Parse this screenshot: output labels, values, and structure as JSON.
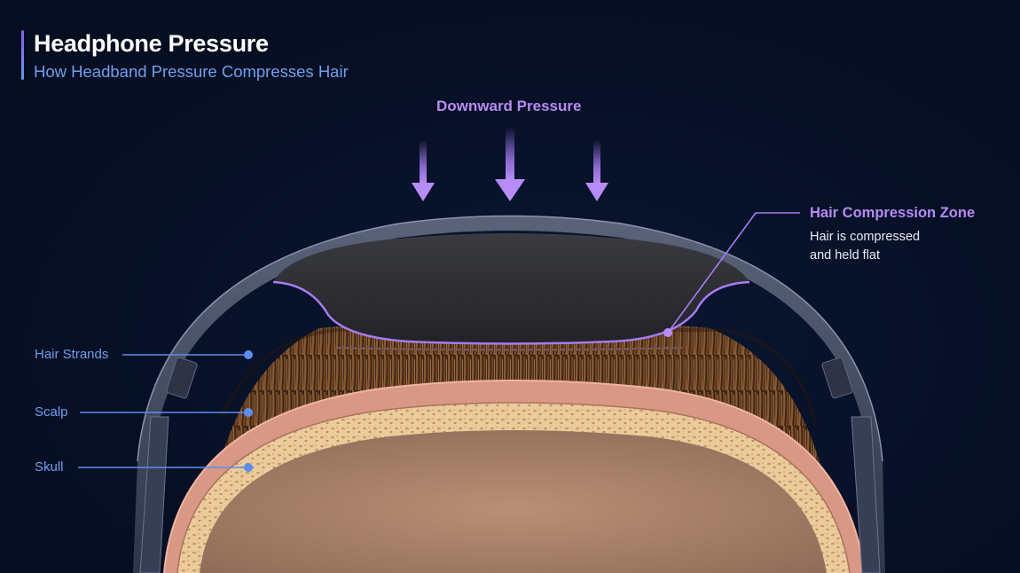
{
  "header": {
    "title": "Headphone Pressure",
    "subtitle": "How Headband Pressure Compresses Hair"
  },
  "pressure": {
    "label": "Downward Pressure",
    "arrow_count": 3
  },
  "callout": {
    "title": "Hair Compression Zone",
    "description_line1": "Hair is compressed",
    "description_line2": "and held flat"
  },
  "layers": [
    {
      "label": "Hair Strands"
    },
    {
      "label": "Scalp"
    },
    {
      "label": "Skull"
    }
  ],
  "colors": {
    "background": "#060f24",
    "accent_purple": "#a77bf3",
    "accent_blue": "#5b8ef0",
    "headband": "#3b4358",
    "cushion": "#2a2b30",
    "hair": "#6b4326",
    "scalp": "#d99a86",
    "skull": "#e9c79a",
    "brain": "#b08770"
  }
}
